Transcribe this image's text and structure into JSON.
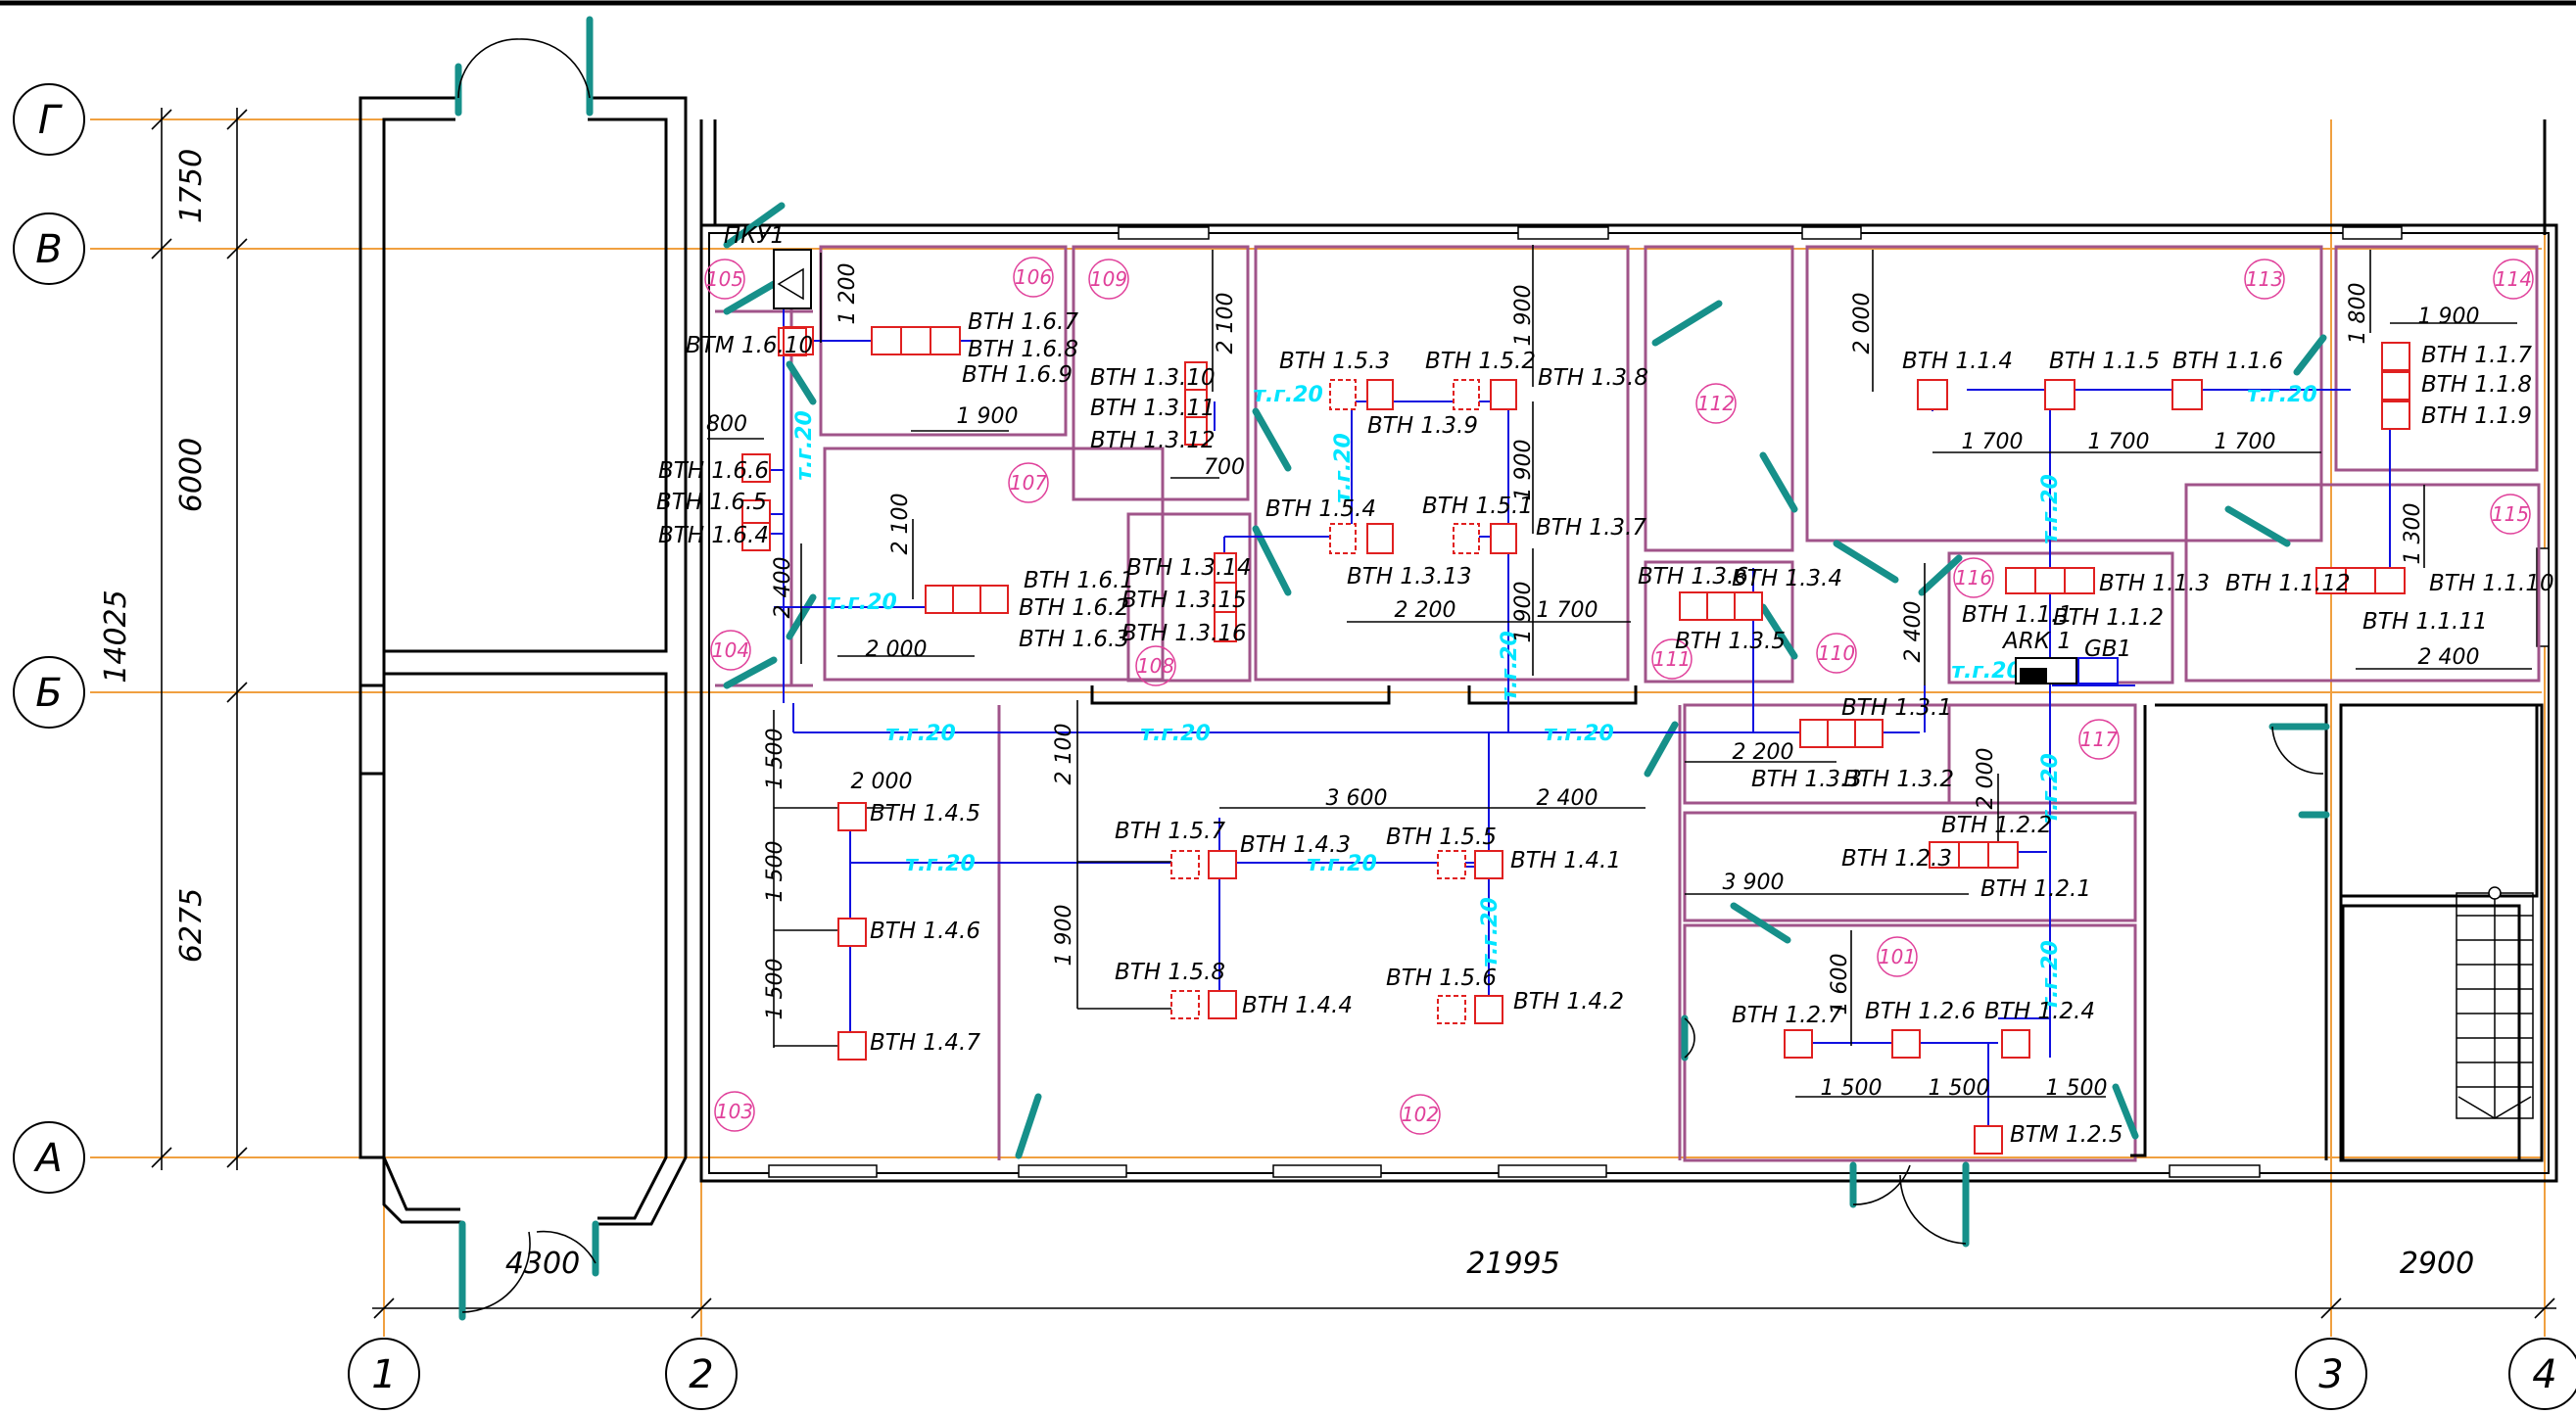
{
  "axes": {
    "rows": [
      "Г",
      "В",
      "Б",
      "А"
    ],
    "columns": [
      "1",
      "2",
      "3",
      "4"
    ]
  },
  "dimensions": {
    "vertical": [
      "1750",
      "6000",
      "6275",
      "14025"
    ],
    "horizontal": [
      "4300",
      "21995",
      "2900"
    ],
    "interior": [
      "1 200",
      "1 900",
      "800",
      "2 100",
      "2 000",
      "2 400",
      "2 100",
      "700",
      "1 900",
      "1 900",
      "2 200",
      "1 900",
      "1 700",
      "2 000",
      "1 700",
      "1 700",
      "1 700",
      "1 800",
      "1 900",
      "1 300",
      "2 400",
      "2 400",
      "2 200",
      "2 000",
      "1 500",
      "1 500",
      "1 500",
      "2 000",
      "2 100",
      "1 900",
      "3 600",
      "2 400",
      "3 900",
      "1 600",
      "1 500",
      "1 500",
      "1 500"
    ]
  },
  "rooms": [
    "105",
    "106",
    "109",
    "112",
    "113",
    "114",
    "107",
    "108",
    "111",
    "110",
    "116",
    "115",
    "104",
    "117",
    "103",
    "102",
    "101"
  ],
  "pipe_label": "т.г.20",
  "equipment": [
    "ПКУ1",
    "ВТМ 1.6.10",
    "ВТН 1.6.7",
    "ВТН 1.6.8",
    "ВТН 1.6.9",
    "ВТН 1.6.6",
    "ВТН 1.6.5",
    "ВТН 1.6.4",
    "ВТН 1.6.1",
    "ВТН 1.6.2",
    "ВТН 1.6.3",
    "ВТН 1.3.10",
    "ВТН 1.3.11",
    "ВТН 1.3.12",
    "ВТН 1.3.14",
    "ВТН 1.3.15",
    "ВТН 1.3.16",
    "ВТН 1.5.3",
    "ВТН 1.3.9",
    "ВТН 1.5.2",
    "ВТН 1.3.8",
    "ВТН 1.5.4",
    "ВТН 1.3.13",
    "ВТН 1.5.1",
    "ВТН 1.3.7",
    "ВТН 1.3.6",
    "ВТН 1.3.4",
    "ВТН 1.3.5",
    "ВТН 1.1.4",
    "ВТН 1.1.5",
    "ВТН 1.1.6",
    "ВТН 1.1.7",
    "ВТН 1.1.8",
    "ВТН 1.1.9",
    "ВТН 1.1.1",
    "ВТН 1.1.2",
    "ВТН 1.1.3",
    "АRК 1",
    "GB1",
    "ВТН 1.1.12",
    "ВТН 1.1.10",
    "ВТН 1.1.11",
    "ВТН 1.3.1",
    "ВТН 1.3.3",
    "ВТН 1.3.2",
    "ВТН 1.4.5",
    "ВТН 1.4.6",
    "ВТН 1.4.7",
    "ВТН 1.5.7",
    "ВТН 1.4.3",
    "ВТН 1.5.5",
    "ВТН 1.4.1",
    "ВТН 1.5.8",
    "ВТН 1.4.4",
    "ВТН 1.5.6",
    "ВТН 1.4.2",
    "ВТН 1.2.2",
    "ВТН 1.2.3",
    "ВТН 1.2.1",
    "ВТН 1.2.7",
    "ВТН 1.2.6",
    "ВТН 1.2.4",
    "ВТМ 1.2.5"
  ],
  "colors": {
    "walls": "#000000",
    "partitions": "#a0548a",
    "axes": "#f0a040",
    "pipes": "#1010e0",
    "pipe_labels": "#00e5ff",
    "devices": "#e02020",
    "room_numbers": "#e0409a",
    "doors": "#16908a"
  }
}
